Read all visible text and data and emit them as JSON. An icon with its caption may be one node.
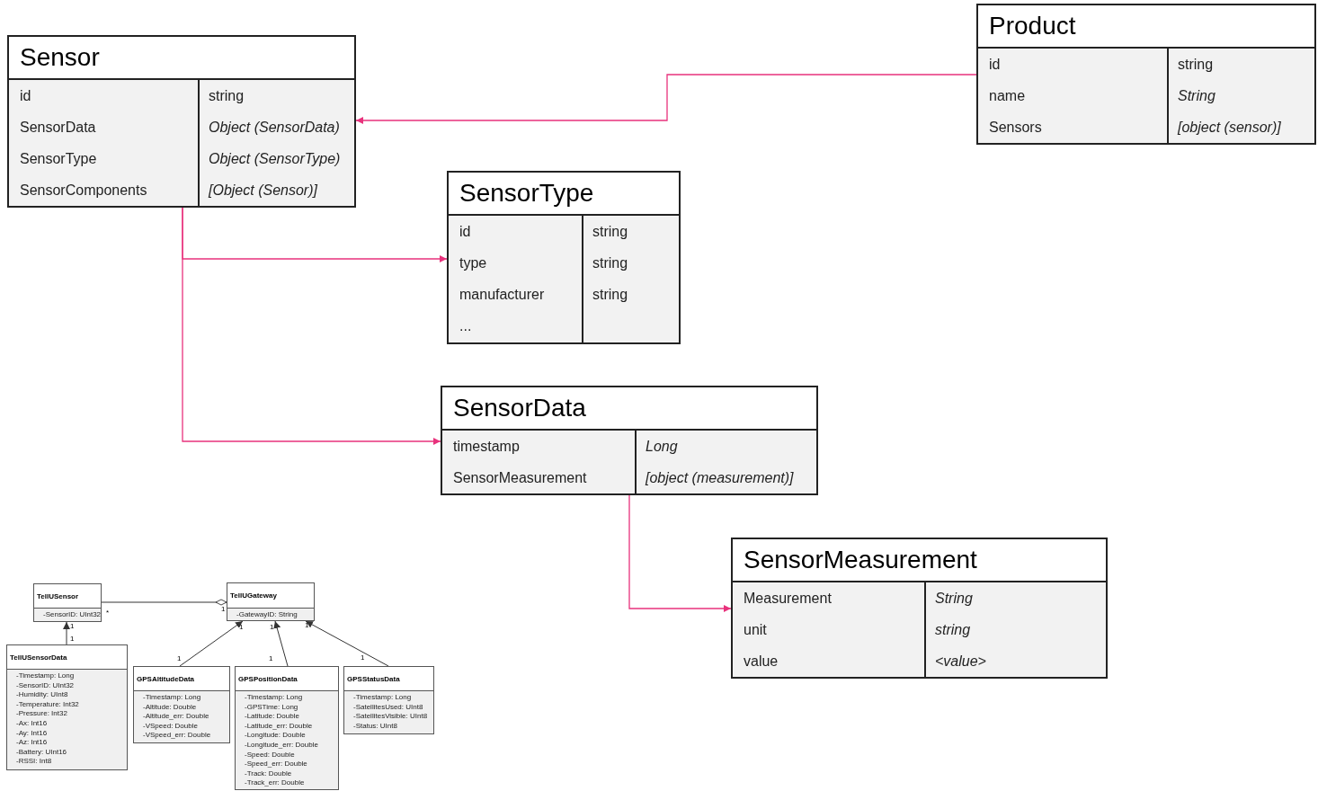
{
  "diagram": {
    "nodes": [
      {
        "text": [
          "Sensor",
          "id",
          "string",
          "SensorData",
          "Object (SensorData)",
          "SensorType",
          "Object (SensorType)",
          "SensorComponents",
          "[Object (Sensor)]"
        ]
      },
      {
        "text": [
          "Product",
          "id",
          "string",
          "name",
          "String",
          "Sensors",
          "[object (sensor)]"
        ]
      },
      {
        "text": [
          "SensorType",
          "id",
          "string",
          "type",
          "string",
          "manufacturer",
          "string",
          "..."
        ]
      },
      {
        "text": [
          "SensorData",
          "timestamp",
          "Long",
          "SensorMeasurement",
          "[object (measurement)]"
        ]
      },
      {
        "text": [
          "SensorMeasurement",
          "Measurement",
          "String",
          "unit",
          "string",
          "value",
          "<value>"
        ]
      },
      {
        "text": [
          "TellUSensor",
          "-SensorID: UInt32"
        ]
      },
      {
        "text": [
          "TellUGateway",
          "-GatewayID: String"
        ]
      },
      {
        "text": [
          "TellUSensorData",
          "-Timestamp: Long",
          "-SensorID: UInt32",
          "-Humidity: UInt8",
          "-Temperature: Int32",
          "-Pressure: Int32",
          "-Ax: Int16",
          "-Ay: Int16",
          "-Az: Int16",
          "-Battery: UInt16",
          "-RSSI: Int8"
        ]
      },
      {
        "text": [
          "GPSAltitudeData",
          "-Timestamp: Long",
          "-Altitude: Double",
          "-Altitude_err: Double",
          "-VSpeed: Double",
          "-VSpeed_err: Double"
        ]
      },
      {
        "text": [
          "GPSPositionData",
          "-Timestamp: Long",
          "-GPSTime: Long",
          "-Latitude: Double",
          "-Latitude_err: Double",
          "-Longitude: Double",
          "-Longitude_err: Double",
          "-Speed: Double",
          "-Speed_err: Double",
          "-Track: Double",
          "-Track_err: Double"
        ]
      },
      {
        "text": [
          "GPSStatusData",
          "-Timestamp: Long",
          "-SatellitesUsed: UInt8",
          "-SatellitesVisible: UInt8",
          "-Status: UInt8"
        ]
      }
    ],
    "edges": [
      {
        "from": 1,
        "to": 0,
        "arrow": "to",
        "color": "#e8327c"
      },
      {
        "from": 0,
        "to": 2,
        "arrow": "to",
        "color": "#e8327c"
      },
      {
        "from": 0,
        "to": 3,
        "arrow": "to",
        "color": "#e8327c"
      },
      {
        "from": 3,
        "to": 4,
        "arrow": "to",
        "color": "#e8327c"
      },
      {
        "from": 5,
        "to": 6,
        "arrow": "other"
      },
      {
        "from": 7,
        "to": 5,
        "arrow": "to"
      },
      {
        "from": 8,
        "to": 6,
        "arrow": "to"
      },
      {
        "from": 9,
        "to": 6,
        "arrow": "to"
      },
      {
        "from": 10,
        "to": 6,
        "arrow": "to"
      }
    ],
    "labels": [
      "*",
      "1",
      "1",
      "1",
      "1",
      "1",
      "1",
      "1",
      "1",
      "1"
    ]
  }
}
